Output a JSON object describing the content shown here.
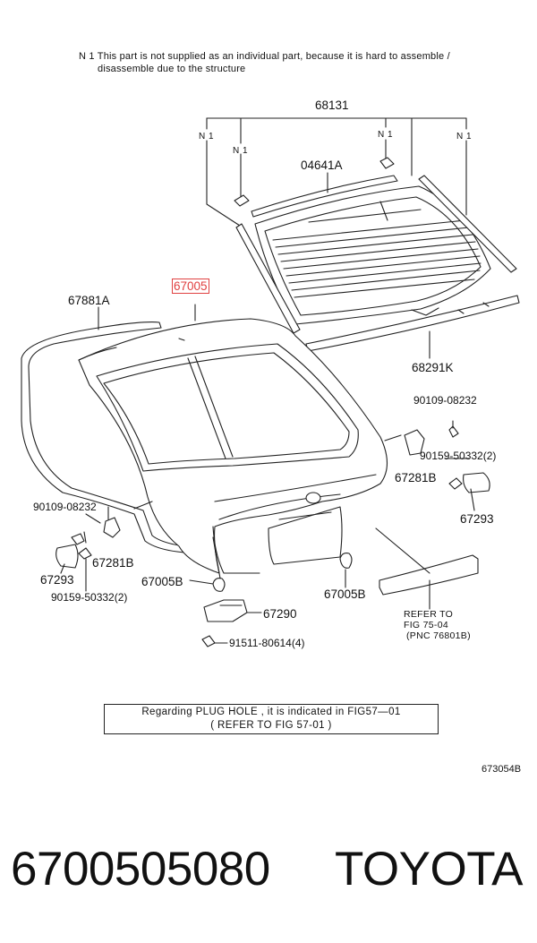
{
  "note": {
    "line1": "N 1  This part is not supplied as an individual part, because it is hard to assemble /",
    "line2": "disassemble due to the structure"
  },
  "labels": {
    "p68131": "68131",
    "n1_a": "N 1",
    "n1_b": "N 1",
    "n1_c": "N 1",
    "n1_d": "N 1",
    "p04641A": "04641A",
    "p67005": "67005",
    "p67881A": "67881A",
    "p68291K": "68291K",
    "p90109_r": "90109-08232",
    "p90159_r": "90159-50332(2)",
    "p67281B_r": "67281B",
    "p67293_r": "67293",
    "p90109_l": "90109-08232",
    "p67281B_l": "67281B",
    "p67293_l": "67293",
    "p90159_l": "90159-50332(2)",
    "p67005B_l": "67005B",
    "p67005B_r": "67005B",
    "p67290": "67290",
    "p91511": "91511-80614(4)"
  },
  "refer": {
    "line1": "REFER  TO",
    "line2": "FIG  75-04",
    "line3": "(PNC  76801B)"
  },
  "plug_hole": {
    "line1": "Regarding  PLUG HOLE , it is indicated  in  FIG57—01",
    "line2": "( REFER  TO  FIG  57-01  )"
  },
  "fig_code": "673054B",
  "part_number": "6700505080",
  "brand": "TOYOTA",
  "colors": {
    "highlight": "#e04040",
    "ink": "#222222"
  }
}
